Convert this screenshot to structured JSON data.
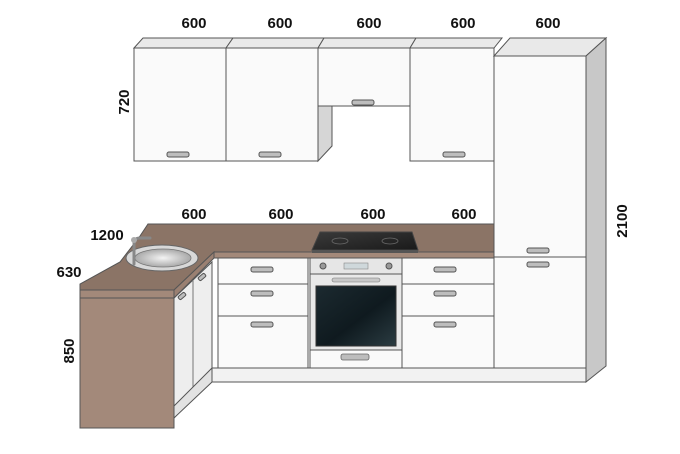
{
  "dimensions": {
    "upper_widths": [
      "600",
      "600",
      "600",
      "600",
      "600"
    ],
    "upper_height": "720",
    "base_widths": [
      "600",
      "600",
      "600",
      "600"
    ],
    "corner_length": "1200",
    "counter_depth": "630",
    "base_height": "850",
    "tall_height": "2100"
  },
  "colors": {
    "cabinet_front": "#fafafa",
    "cabinet_side": "#c8c8c8",
    "countertop": "#8b7466",
    "countertop_side": "#a3897a",
    "outline": "#555555",
    "plinth": "#eeeeee"
  },
  "icons": {
    "sink": "sink-icon",
    "cooktop": "cooktop-icon",
    "oven": "oven-icon",
    "faucet": "faucet-icon"
  }
}
